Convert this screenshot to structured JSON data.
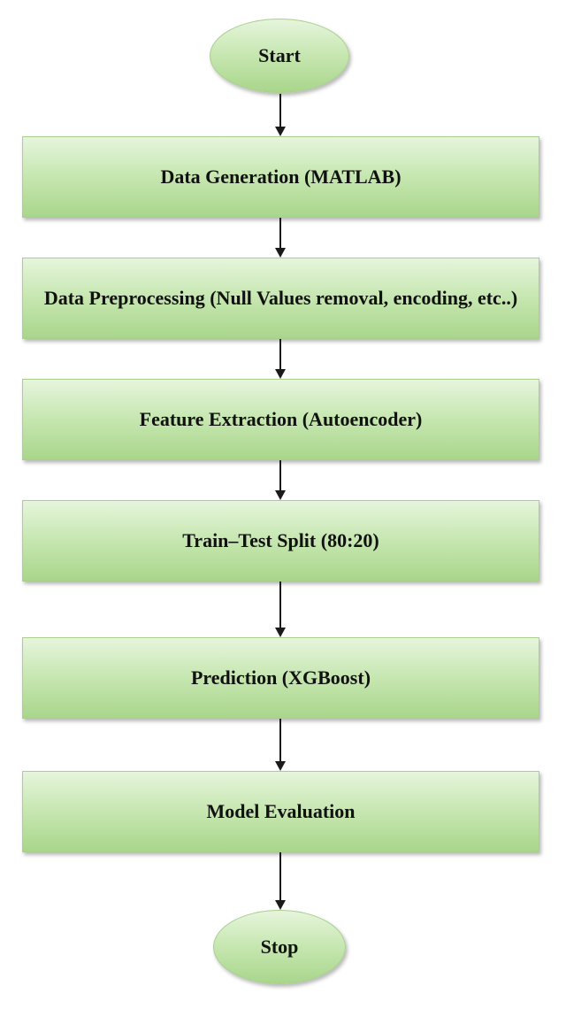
{
  "start_label": "Start",
  "stop_label": "Stop",
  "steps": [
    {
      "label": "Data Generation (MATLAB)"
    },
    {
      "label": "Data Preprocessing (Null Values removal, encoding, etc..)"
    },
    {
      "label": "Feature Extraction (Autoencoder)"
    },
    {
      "label": "Train–Test Split (80:20)"
    },
    {
      "label": "Prediction (XGBoost)"
    },
    {
      "label": "Model Evaluation"
    }
  ]
}
